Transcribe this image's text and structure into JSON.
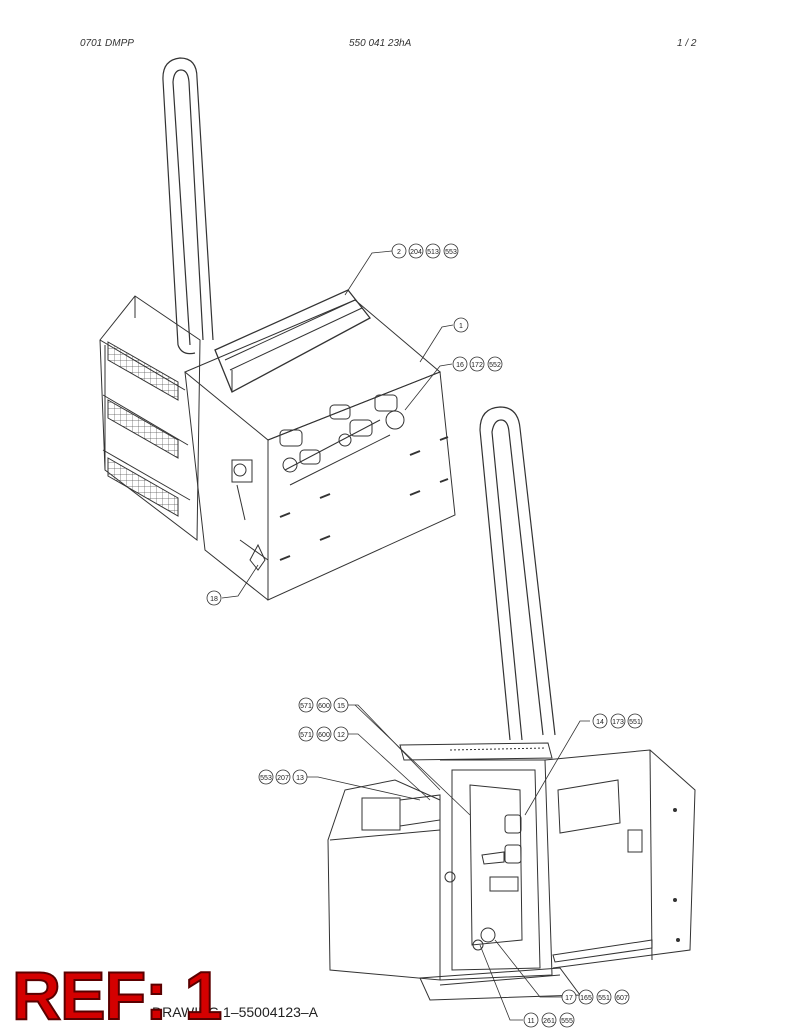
{
  "header": {
    "left": "0701 DMPP",
    "center": "550 041 23hA",
    "right": "1 /  2"
  },
  "footer": {
    "ref_label": "REF: 1",
    "drawing_number": "DRAWING 1–55004123–A"
  },
  "balloons": {
    "top": [
      "2",
      "204",
      "513",
      "553",
      "1",
      "16",
      "172",
      "552",
      "18"
    ],
    "bottom": [
      "571",
      "600",
      "15",
      "571",
      "600",
      "12",
      "553",
      "207",
      "13",
      "14",
      "173",
      "551",
      "17",
      "165",
      "551",
      "607",
      "11",
      "261",
      "555"
    ]
  }
}
